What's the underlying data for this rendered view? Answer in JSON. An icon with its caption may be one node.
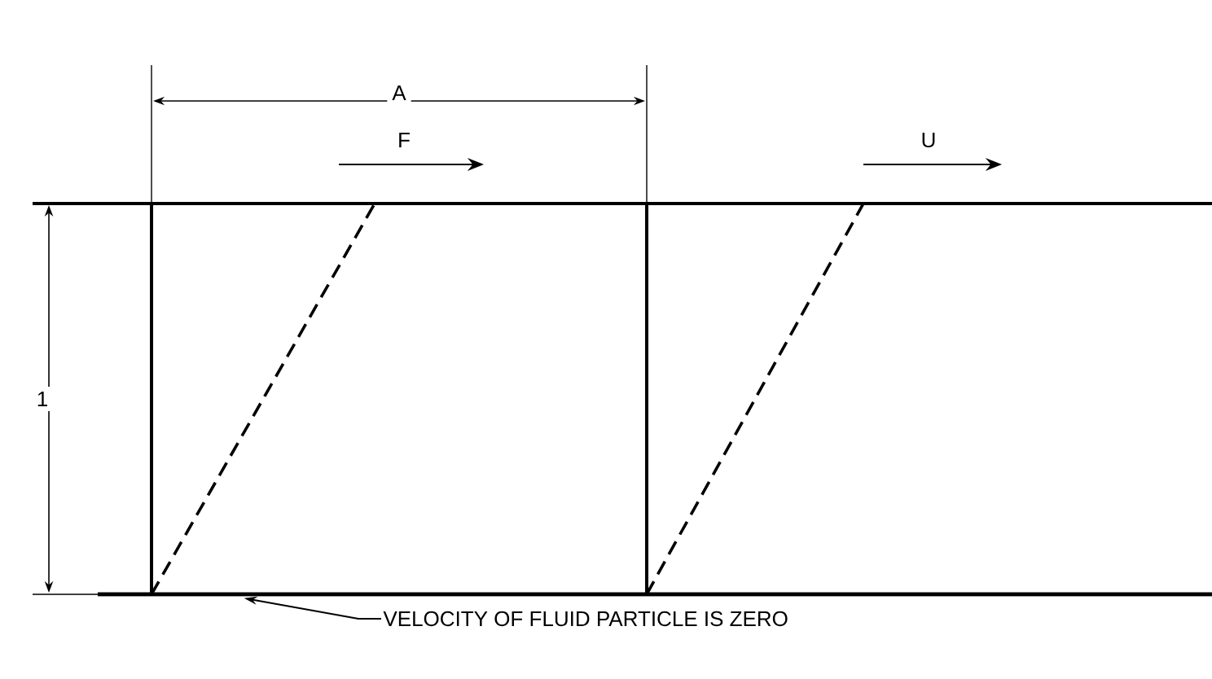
{
  "diagram": {
    "nodes": [
      {
        "text": [],
        "shape": "bar"
      },
      {
        "text": [
          "VELOCITY OF FLUID PARTICLE IS ZERO"
        ]
      }
    ],
    "edges": [
      {
        "from": 1,
        "to": 0,
        "arrow": "to"
      }
    ],
    "labels": [
      "A",
      "F",
      "U",
      "1"
    ]
  }
}
